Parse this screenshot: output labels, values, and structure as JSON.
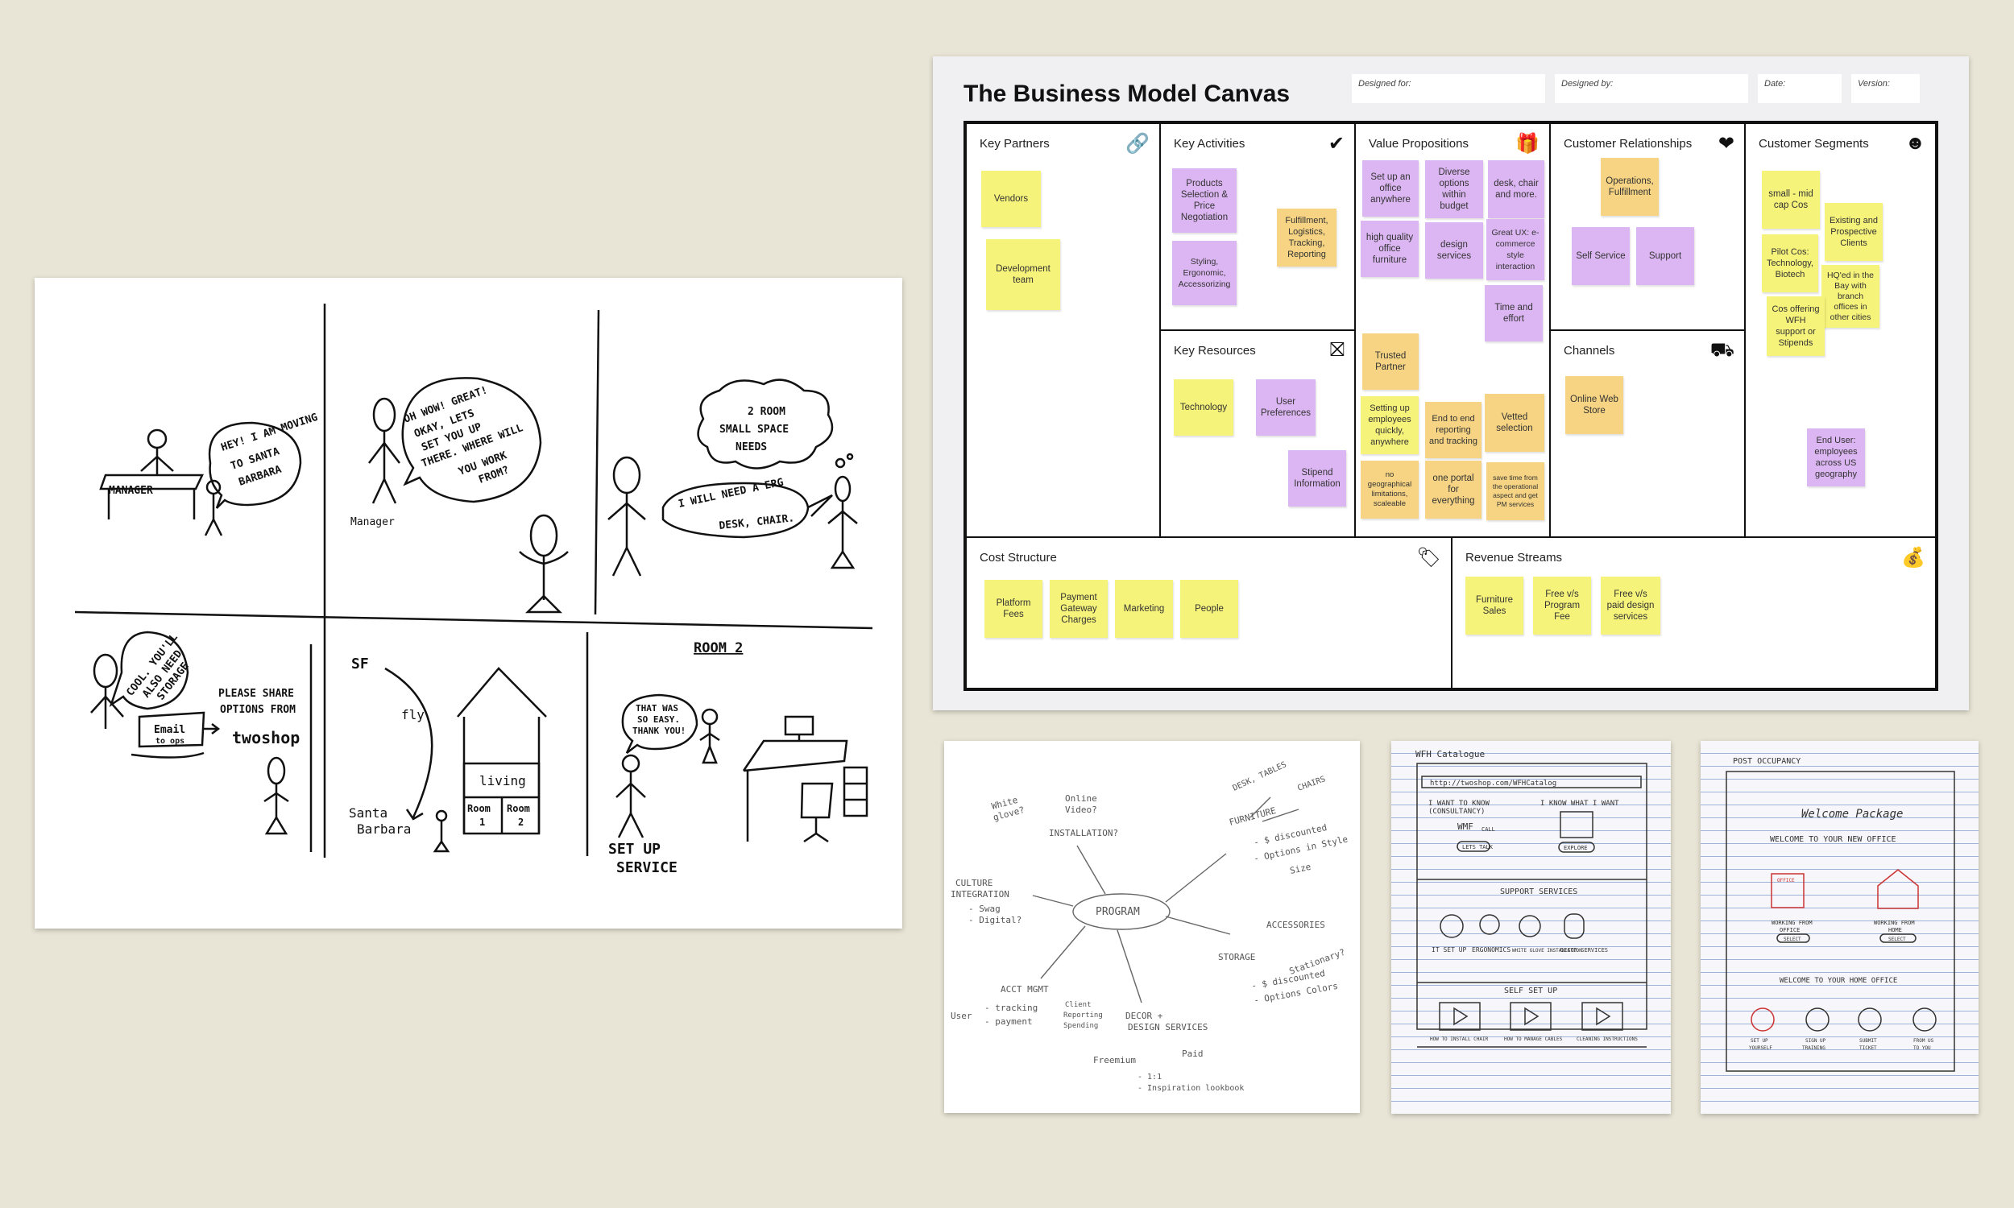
{
  "storyboard": {
    "manager_label": "MANAGER",
    "speech1": [
      "HEY! I AM MOVING",
      "TO SANTA",
      "BARBARA"
    ],
    "manager_caption": "Manager",
    "speech2": [
      "OH WOW! GREAT!",
      "OKAY, LETS",
      "SET YOU UP",
      "THERE. WHERE WILL",
      "YOU WORK",
      "FROM?"
    ],
    "thought1": [
      "2 ROOM",
      "SMALL SPACE",
      "NEEDS"
    ],
    "speech3": [
      "I WILL NEED A ERG",
      "DESK, CHAIR."
    ],
    "speech4": [
      "COOL. YOU'LL",
      "ALSO NEED",
      "STORAGE"
    ],
    "email_label": [
      "Email",
      "to ops"
    ],
    "share_text": [
      "PLEASE SHARE",
      "OPTIONS FROM"
    ],
    "share_brand": "twoshop",
    "sf_label": "SF",
    "flight_label": "fly",
    "santa_barbara": [
      "Santa",
      "Barbara"
    ],
    "living_label": "living",
    "room1": [
      "Room",
      "1"
    ],
    "room2_small": [
      "Room",
      "2"
    ],
    "room2_title": "ROOM 2",
    "speech5": [
      "THAT WAS",
      "SO EASY.",
      "THANK YOU!"
    ],
    "setup_service": [
      "SET UP",
      "SERVICE"
    ]
  },
  "bmc": {
    "title": "The Business Model Canvas",
    "designed_for": "Designed for:",
    "designed_by": "Designed by:",
    "date": "Date:",
    "version": "Version:",
    "key_partners": {
      "label": "Key Partners",
      "icon": "link-icon",
      "notes": [
        "Vendors",
        "Development team"
      ]
    },
    "key_activities": {
      "label": "Key Activities",
      "icon": "check-circle-icon",
      "notes": [
        "Products Selection & Price Negotiation",
        "Styling, Ergonomic, Accessorizing",
        "Fulfillment, Logistics, Tracking, Reporting"
      ]
    },
    "value_propositions": {
      "label": "Value Propositions",
      "icon": "gift-icon",
      "notes": [
        "Set up an office anywhere",
        "Diverse options within budget",
        "desk, chair and more.",
        "high quality office furniture",
        "design services",
        "Great UX: e-commerce style interaction",
        "Time and effort",
        "Trusted Partner",
        "Setting up employees quickly, anywhere",
        "End to end reporting and tracking",
        "Vetted selection",
        "no geographical limitations, scaleable",
        "one portal for everything",
        "save time from the operational aspect and get PM services"
      ]
    },
    "customer_relationships": {
      "label": "Customer Relationships",
      "icon": "heart-icon",
      "notes": [
        "Operations, Fulfillment",
        "Self Service",
        "Support"
      ]
    },
    "customer_segments": {
      "label": "Customer Segments",
      "icon": "face-icon",
      "notes": [
        "small - mid cap Cos",
        "Existing and Prospective Clients",
        "Pilot Cos: Technology, Biotech",
        "HQ'ed in the Bay with branch offices in other cities",
        "Cos offering WFH support or Stipends",
        "End User: employees across US geography"
      ]
    },
    "key_resources": {
      "label": "Key Resources",
      "icon": "factory-icon",
      "notes": [
        "Technology",
        "User Preferences",
        "Stipend Information"
      ]
    },
    "channels": {
      "label": "Channels",
      "icon": "truck-icon",
      "notes": [
        "Online Web Store"
      ]
    },
    "cost_structure": {
      "label": "Cost Structure",
      "icon": "tag-icon",
      "notes": [
        "Platform Fees",
        "Payment Gateway Charges",
        "Marketing",
        "People"
      ]
    },
    "revenue_streams": {
      "label": "Revenue Streams",
      "icon": "money-bag-icon",
      "notes": [
        "Furniture Sales",
        "Free v/s Program Fee",
        "Free v/s paid design services"
      ]
    }
  },
  "mindmap": {
    "center": "PROGRAM",
    "installation": "INSTALLATION?",
    "white_glove": [
      "White",
      "glove?"
    ],
    "online_video": [
      "Online",
      "Video?"
    ],
    "culture": [
      "CULTURE",
      "INTEGRATION"
    ],
    "culture_items": [
      "- Swag",
      "- Digital?"
    ],
    "acct": "ACCT MGMT",
    "acct_items": [
      "- tracking",
      "- payment"
    ],
    "acct_side": [
      "User",
      "Client"
    ],
    "acct_reporting": [
      "Reporting",
      "Spending"
    ],
    "decor": [
      "DECOR +",
      "DESIGN SERVICES"
    ],
    "decor_side": [
      "Freemium",
      "Paid"
    ],
    "decor_items": [
      "- 1:1",
      "- Inspiration lookbook"
    ],
    "furniture": "FURNITURE",
    "furniture_top": [
      "DESK, TABLES",
      "CHAIRS"
    ],
    "furniture_items": [
      "- $ discounted",
      "- Options in Style",
      "  Size"
    ],
    "accessories": "ACCESSORIES",
    "storage": "STORAGE",
    "stationary": "Stationary?",
    "acc_items": [
      "- $ discounted",
      "- Options Colors"
    ]
  },
  "wfh": {
    "title": "WFH Catalogue",
    "url": "http://twoshop.com/WFHCatalog",
    "col1": [
      "I WANT TO KNOW",
      "(CONSULTANCY)"
    ],
    "col2": "I KNOW WHAT I WANT",
    "wmf": "WMF",
    "call": "CALL",
    "lets_talk": "LETS TALK",
    "explore": "EXPLORE",
    "support": "SUPPORT SERVICES",
    "services": [
      "IT SET UP",
      "ERGONOMICS",
      "WHITE GLOVE INSTALLATION",
      "DECOR SERVICES"
    ],
    "self_setup": "SELF SET UP",
    "videos": [
      "HOW TO INSTALL CHAIR",
      "HOW TO MANAGE CABLES",
      "CLEANING INSTRUCTIONS"
    ]
  },
  "post": {
    "title": "POST OCCUPANCY",
    "package": "Welcome Package",
    "welcome_office": "WELCOME TO YOUR NEW OFFICE",
    "option1": [
      "WORKING FROM",
      "OFFICE"
    ],
    "option2": [
      "WORKING FROM",
      "HOME"
    ],
    "office_sign": "OFFICE",
    "select": "SELECT",
    "welcome_home": "WELCOME TO YOUR HOME OFFICE",
    "actions": [
      [
        "SET UP",
        "YOURSELF"
      ],
      [
        "SIGN UP",
        "TRAINING"
      ],
      [
        "SUBMIT",
        "TICKET"
      ],
      [
        "FROM US",
        "TO YOU"
      ]
    ]
  }
}
